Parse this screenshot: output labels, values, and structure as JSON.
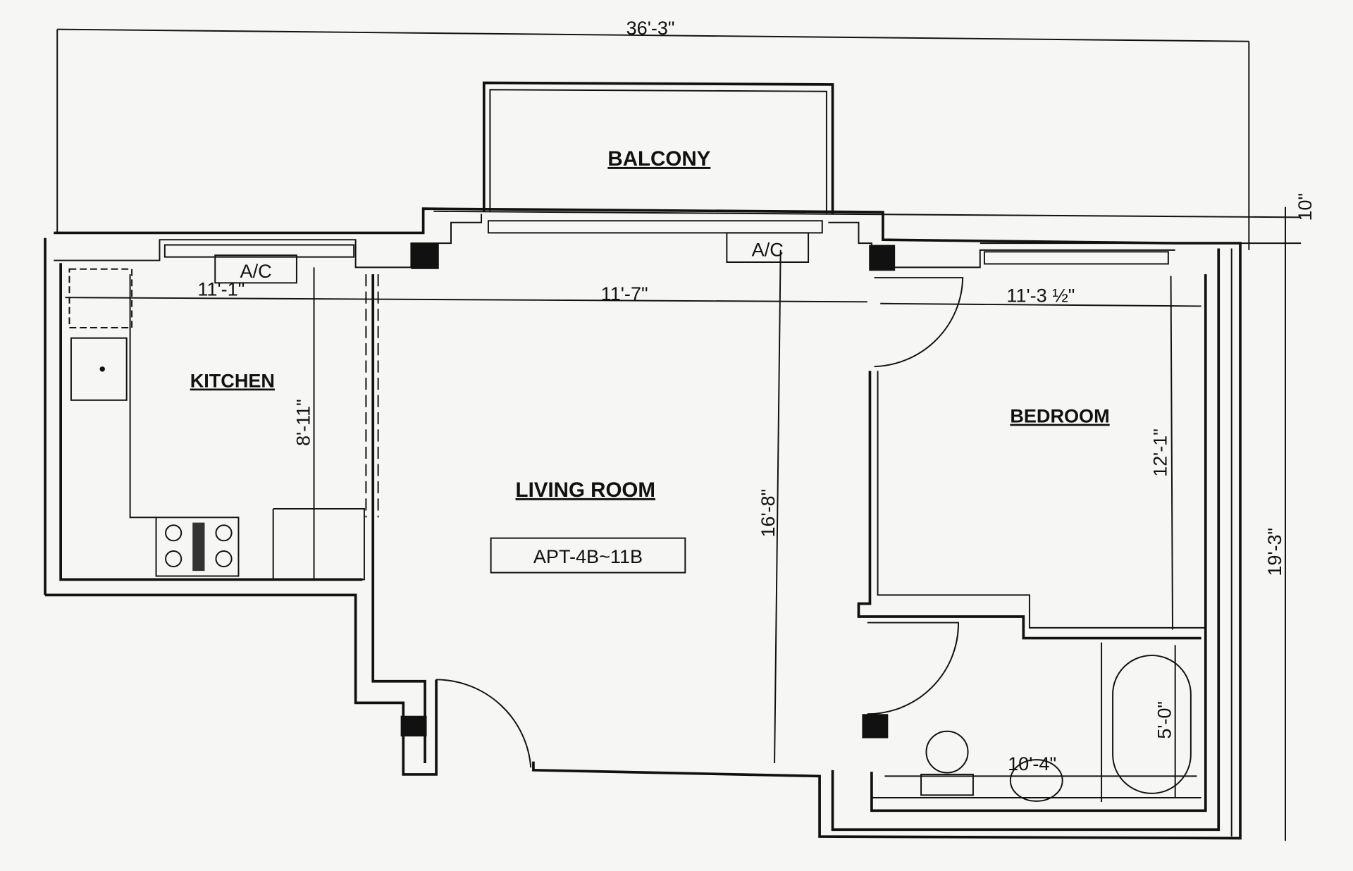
{
  "plan": {
    "rooms": {
      "balcony": "BALCONY",
      "kitchen": "KITCHEN",
      "living_room": "LIVING ROOM",
      "bedroom": "BEDROOM"
    },
    "apartment_tag": "APT-4B~11B",
    "ac_labels": [
      "A/C",
      "A/C"
    ],
    "dimensions": {
      "overall_width": "36'-3\"",
      "offset": "10\"",
      "kitchen_width": "11'-1\"",
      "living_width": "11'-7\"",
      "bedroom_width": "11'-3 ½\"",
      "kitchen_depth": "8'-11\"",
      "living_depth": "16'-8\"",
      "bedroom_depth": "12'-1\"",
      "overall_depth": "19'-3\"",
      "bath_tub": "5'-0\"",
      "bath_width": "10'-4\""
    }
  }
}
